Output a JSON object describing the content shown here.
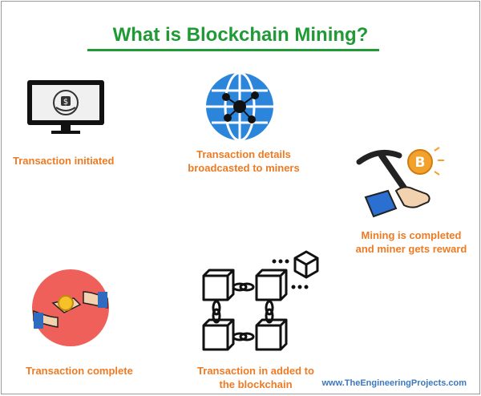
{
  "title": "What is Blockchain Mining?",
  "steps": [
    {
      "icon": "monitor-dollar-icon",
      "label": "Transaction initiated"
    },
    {
      "icon": "globe-network-icon",
      "label_lines": [
        "Transaction details",
        "broadcasted to miners"
      ]
    },
    {
      "icon": "pickaxe-bitcoin-icon",
      "label_lines": [
        "Mining is completed",
        "and miner gets reward"
      ]
    },
    {
      "icon": "handshake-coin-icon",
      "label": "Transaction complete"
    },
    {
      "icon": "blockchain-cubes-icon",
      "label_lines": [
        "Transaction in added to",
        "the blockchain"
      ]
    }
  ],
  "watermark": "www.TheEngineeringProjects.com",
  "colors": {
    "title": "#1f9a35",
    "label": "#ee7a22",
    "globe": "#2b86db",
    "watermark": "#3a78c2"
  }
}
